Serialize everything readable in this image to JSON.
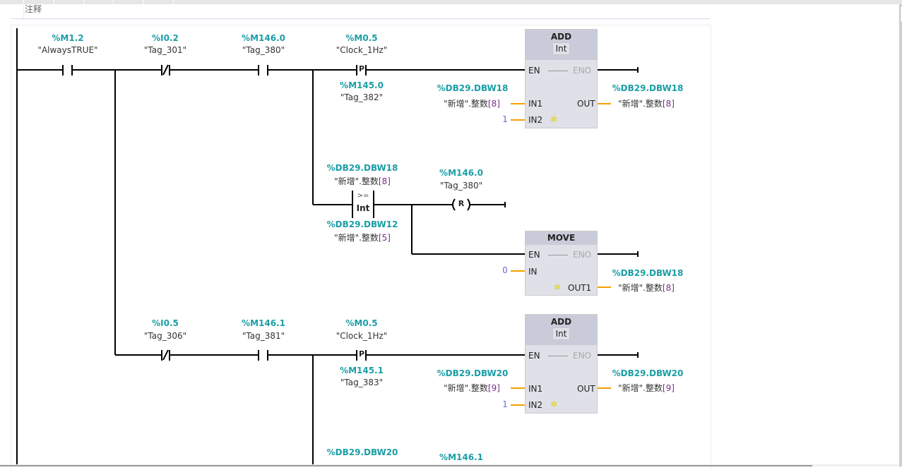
{
  "editor": {
    "comment_label": "注释"
  },
  "network": {
    "row1": {
      "contact_always": {
        "address": "%M1.2",
        "symbol": "\"AlwaysTRUE\"",
        "type": "NO"
      },
      "contact_i02": {
        "address": "%I0.2",
        "symbol": "\"Tag_301\"",
        "type": "NC"
      },
      "contact_m1460": {
        "address": "%M146.0",
        "symbol": "\"Tag_380\"",
        "type": "NO"
      },
      "ptrig": {
        "address": "%M0.5",
        "symbol": "\"Clock_1Hz\"",
        "label": "P",
        "edge_address": "%M145.0",
        "edge_symbol": "\"Tag_382\""
      },
      "add_box": {
        "title": "ADD",
        "type": "Int",
        "en": "EN",
        "eno": "ENO",
        "in1": "IN1",
        "in2": "IN2",
        "out": "OUT",
        "in1_address": "%DB29.DBW18",
        "in1_symbol": "\"新增\".整数",
        "in1_index": "[8]",
        "in2_value": "1",
        "out_address": "%DB29.DBW18",
        "out_symbol": "\"新增\".整数",
        "out_index": "[8]"
      }
    },
    "row2": {
      "compare": {
        "op": ">=",
        "type": "Int",
        "top_address": "%DB29.DBW18",
        "top_symbol": "\"新增\".整数",
        "top_index": "[8]",
        "bottom_address": "%DB29.DBW12",
        "bottom_symbol": "\"新增\".整数",
        "bottom_index": "[5]"
      },
      "reset_coil": {
        "address": "%M146.0",
        "symbol": "\"Tag_380\"",
        "label": "R"
      },
      "move_box": {
        "title": "MOVE",
        "en": "EN",
        "eno": "ENO",
        "in": "IN",
        "out1": "OUT1",
        "in_value": "0",
        "out_address": "%DB29.DBW18",
        "out_symbol": "\"新增\".整数",
        "out_index": "[8]"
      }
    },
    "row3": {
      "contact_i05": {
        "address": "%I0.5",
        "symbol": "\"Tag_306\"",
        "type": "NC"
      },
      "contact_m1461": {
        "address": "%M146.1",
        "symbol": "\"Tag_381\"",
        "type": "NO"
      },
      "ptrig": {
        "address": "%M0.5",
        "symbol": "\"Clock_1Hz\"",
        "label": "P",
        "edge_address": "%M145.1",
        "edge_symbol": "\"Tag_383\""
      },
      "add_box": {
        "title": "ADD",
        "type": "Int",
        "en": "EN",
        "eno": "ENO",
        "in1": "IN1",
        "in2": "IN2",
        "out": "OUT",
        "in1_address": "%DB29.DBW20",
        "in1_symbol": "\"新增\".整数",
        "in1_index": "[9]",
        "in2_value": "1",
        "out_address": "%DB29.DBW20",
        "out_symbol": "\"新增\".整数",
        "out_index": "[9]"
      }
    },
    "row4_partial": {
      "compare_top_address": "%DB29.DBW20",
      "coil_address": "%M146.1"
    }
  },
  "colors": {
    "address": "#1b9ea6",
    "wire": "#000000",
    "param_wire": "#f5a000",
    "box_bg": "#dfe0e8",
    "box_header": "#c9ccd8"
  }
}
